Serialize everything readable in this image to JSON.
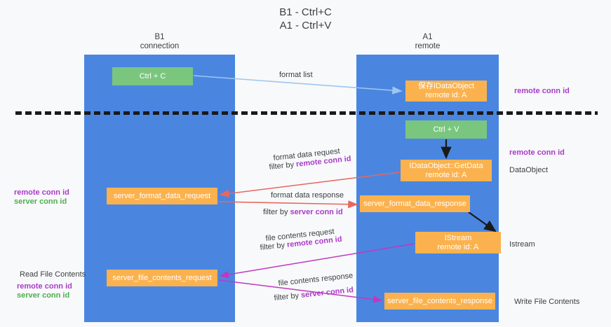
{
  "title": "B1 - Ctrl+C\nA1 - Ctrl+V",
  "lanes": {
    "left": {
      "header": "B1\nconnection"
    },
    "right": {
      "header": "A1\nremote"
    }
  },
  "nodes": {
    "ctrl_c": "Ctrl + C",
    "save_dataobject": "保存IDataObject\nremote id: A",
    "ctrl_v": "Ctrl + V",
    "getdata": "IDataObject::GetData\nremote id: A",
    "server_format_data_request": "server_format_data_request",
    "server_format_data_response": "server_format_data_response",
    "istream": "IStream\nremote id: A",
    "server_file_contents_request": "server_file_contents_request",
    "server_file_contents_response": "server_file_contents_response"
  },
  "edge_labels": {
    "format_list": "format list",
    "format_data_request_line1": "format data request",
    "format_data_request_filter_prefix": "filter by ",
    "format_data_request_filter_key": "remote conn id",
    "format_data_response_line1": "format data response",
    "format_data_response_filter_prefix": "filter by ",
    "format_data_response_filter_key": "server conn id",
    "file_contents_request_line1": "file contents request",
    "file_contents_request_filter_prefix": "filter by ",
    "file_contents_request_filter_key": "remote conn id",
    "file_contents_response_line1": "file contents response",
    "file_contents_response_filter_prefix": "filter by ",
    "file_contents_response_filter_key": "server conn id"
  },
  "annotations": {
    "remote_conn_id_top": "remote conn id",
    "remote_conn_id_mid": "remote conn id",
    "dataobject": "DataObject",
    "istream": "Istream",
    "write_file_contents": "Write File Contents",
    "left_remote_conn_id_1": "remote conn id",
    "left_server_conn_id_1": "server conn id",
    "read_file_contents": "Read File Contents",
    "left_remote_conn_id_2": "remote conn id",
    "left_server_conn_id_2": "server conn id"
  },
  "colors": {
    "lane": "#4a86e0",
    "node_green": "#7ac67f",
    "node_orange": "#fbb24e",
    "accent_purple": "#a93bc9",
    "accent_green": "#4caf50",
    "edge_light_blue": "#9fc5f0",
    "edge_red": "#e8685d",
    "edge_magenta": "#c038c0",
    "edge_black": "#1a1a1a",
    "background": "#f8f9fa"
  }
}
